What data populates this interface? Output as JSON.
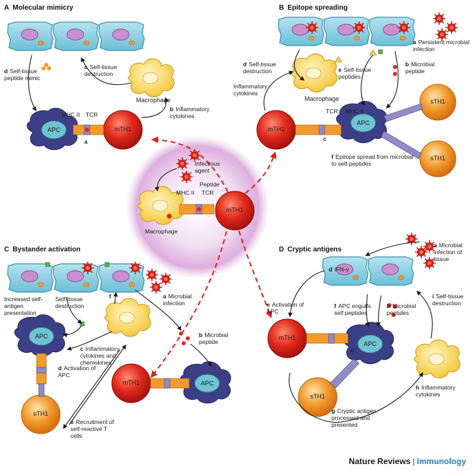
{
  "panels": {
    "a": {
      "letter": "A",
      "title": "Molecular mimicry"
    },
    "b": {
      "letter": "B",
      "title": "Epitope spreading"
    },
    "c": {
      "letter": "C",
      "title": "Bystander activation"
    },
    "d": {
      "letter": "D",
      "title": "Cryptic antigens"
    }
  },
  "cells": {
    "apc": "APC",
    "macrophage": "Macrophage",
    "mth1": "mTH1",
    "sth1": "sTH1"
  },
  "center": {
    "infectious_agent": "Infectious agent",
    "peptide": "Peptide",
    "mhc": "MHC II",
    "tcr": "TCR",
    "macrophage": "Macrophage"
  },
  "a_labels": {
    "d_letter": "d",
    "d_text": "Self-tissue peptide mimic",
    "c_letter": "c",
    "c_text": "Self-tissue destruction",
    "b_letter": "b",
    "b_text": "Inflammatory cytokines",
    "mhc": "MHC II",
    "tcr": "TCR",
    "a_letter": "a"
  },
  "b_labels": {
    "a_letter": "a",
    "a_text": "Persistent microbial infection",
    "b_letter": "b",
    "b_text": "Microbial peptide",
    "d_letter": "d",
    "d_text": "Self-tissue destruction",
    "e_letter": "e",
    "e_text": "Self-tissue peptides",
    "inflam": "Inflammatory cytokines",
    "tcr": "TCR",
    "mhc": "MHC II",
    "c_letter": "c",
    "f_letter": "f",
    "f_text": "Epitope spread from microbial to self-peptides"
  },
  "c_labels": {
    "increased": "Increased self-antigen presentation",
    "destr": "Self-tissue destruction",
    "f_letter": "f",
    "a_letter": "a",
    "a_text": "Microbial infection",
    "b_letter": "b",
    "b_text": "Microbial peptide",
    "c_letter": "c",
    "c_text": "Inflammatory cytokines and chemokines",
    "d_letter": "d",
    "d_text": "Activation of APC",
    "e_letter": "e",
    "e_text": "Recruitment of self-reactive T cells"
  },
  "d_labels": {
    "a_letter": "a",
    "a_text": "Microbial infection of tissue",
    "d_letter": "d",
    "d_text": "IFN-γ",
    "e_letter": "e",
    "e_text": "Activation of APC",
    "f_letter": "f",
    "f_text": "APC engulfs self peptides",
    "b_letter": "b",
    "b_text": "Microbial peptides",
    "i_letter": "i",
    "i_text": "Self-tissue destruction",
    "c_letter": "c",
    "h_letter": "h",
    "h_text": "Inflammatory cytokines",
    "g_letter": "g",
    "g_text": "Cryptic antigen processed and presented"
  },
  "footer": {
    "journal": "Nature Reviews",
    "sep": "|",
    "section": "Immunology"
  },
  "colors": {
    "tissue": "#8ecfe0",
    "tissue_edge": "#4a98b8",
    "nucleus": "#c98fd0",
    "apc": "#3c3f86",
    "apc_inner": "#6fc3d3",
    "macrophage": "#f6d35a",
    "mth1": "#d8231b",
    "sth1": "#ef8a1e",
    "virus": "#c8201a",
    "arrow_red": "#d8231b",
    "halo": "#c77fc4"
  }
}
